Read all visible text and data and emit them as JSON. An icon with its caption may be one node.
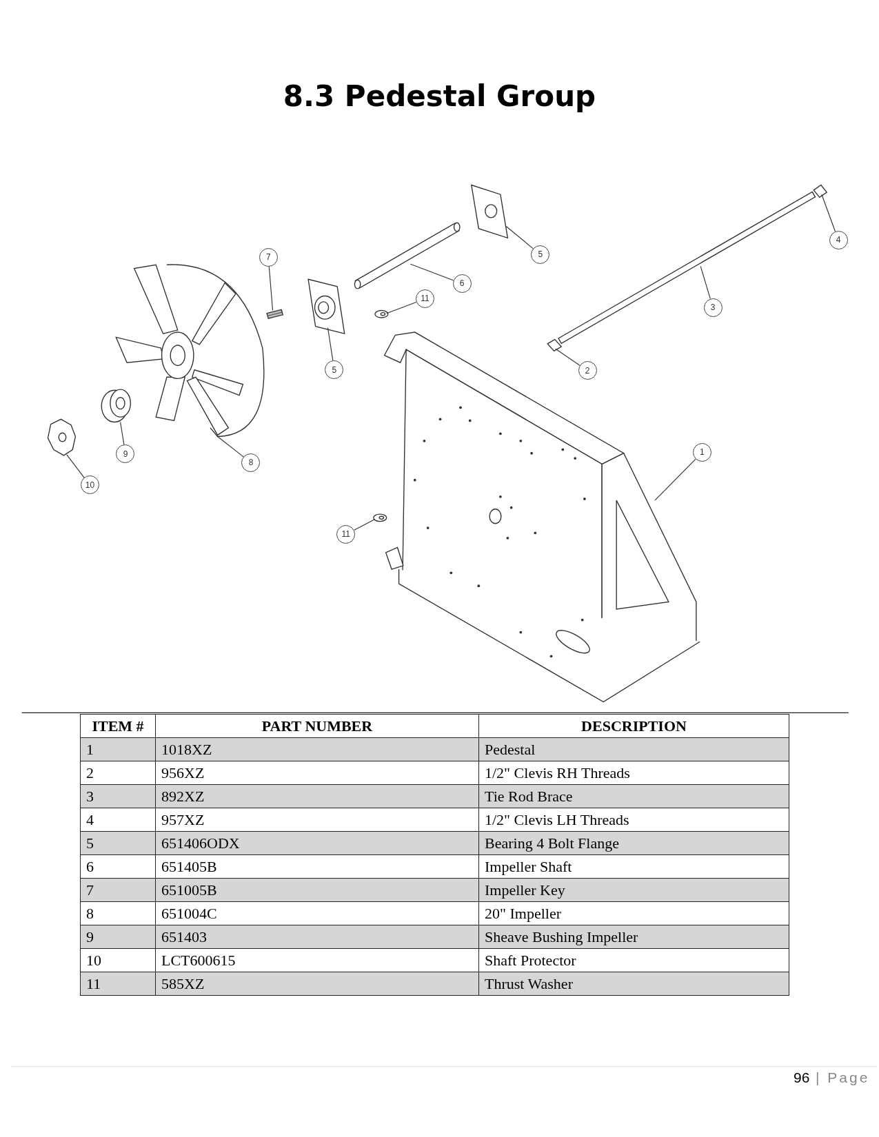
{
  "diagram": {
    "title": "8.3 Pedestal Group",
    "nodes": [
      {
        "text": [
          "4"
        ]
      },
      {
        "text": [
          "5"
        ]
      },
      {
        "text": [
          "7"
        ]
      },
      {
        "text": [
          "6"
        ]
      },
      {
        "text": [
          "11"
        ]
      },
      {
        "text": [
          "3"
        ]
      },
      {
        "text": [
          "5"
        ]
      },
      {
        "text": [
          "2"
        ]
      },
      {
        "text": [
          "1"
        ]
      },
      {
        "text": [
          "9"
        ]
      },
      {
        "text": [
          "8"
        ]
      },
      {
        "text": [
          "10"
        ]
      },
      {
        "text": [
          "11"
        ]
      },
      {
        "text": [],
        "shape": "picture"
      },
      {
        "text": [],
        "shape": "picture"
      },
      {
        "text": [],
        "shape": "picture"
      },
      {
        "text": [],
        "shape": "picture"
      },
      {
        "text": [],
        "shape": "picture"
      },
      {
        "text": [],
        "shape": "picture"
      },
      {
        "text": [],
        "shape": "picture"
      },
      {
        "text": [],
        "shape": "picture"
      },
      {
        "text": [],
        "shape": "picture"
      },
      {
        "text": [],
        "shape": "picture"
      },
      {
        "text": [],
        "shape": "picture"
      },
      {
        "text": [],
        "shape": "picture"
      },
      {
        "text": [],
        "shape": "picture"
      }
    ],
    "edges": [
      {
        "from": 0,
        "to": 13,
        "arrow": "none"
      },
      {
        "from": 1,
        "to": 14,
        "arrow": "none"
      },
      {
        "from": 2,
        "to": 15,
        "arrow": "none"
      },
      {
        "from": 3,
        "to": 16,
        "arrow": "none"
      },
      {
        "from": 4,
        "to": 17,
        "arrow": "none"
      },
      {
        "from": 5,
        "to": 18,
        "arrow": "none"
      },
      {
        "from": 6,
        "to": 19,
        "arrow": "none"
      },
      {
        "from": 7,
        "to": 20,
        "arrow": "none"
      },
      {
        "from": 8,
        "to": 21,
        "arrow": "none"
      },
      {
        "from": 9,
        "to": 22,
        "arrow": "none"
      },
      {
        "from": 10,
        "to": 23,
        "arrow": "none"
      },
      {
        "from": 11,
        "to": 24,
        "arrow": "none"
      },
      {
        "from": 12,
        "to": 25,
        "arrow": "none"
      }
    ],
    "labels": [
      "ITEM #",
      "PART NUMBER",
      "DESCRIPTION",
      "1",
      "1018XZ",
      "Pedestal",
      "2",
      "956XZ",
      "1/2\" Clevis RH Threads",
      "3",
      "892XZ",
      "Tie Rod Brace",
      "4",
      "957XZ",
      "1/2\" Clevis LH Threads",
      "5",
      "651406ODX",
      "Bearing 4 Bolt Flange",
      "6",
      "651405B",
      "Impeller Shaft",
      "7",
      "651005B",
      "Impeller Key",
      "8",
      "651004C",
      "20\" Impeller",
      "9",
      "651403",
      "Sheave Bushing Impeller",
      "10",
      "LCT600615",
      "Shaft Protector",
      "11",
      "585XZ",
      "Thrust Washer",
      "96",
      "| Page"
    ]
  }
}
